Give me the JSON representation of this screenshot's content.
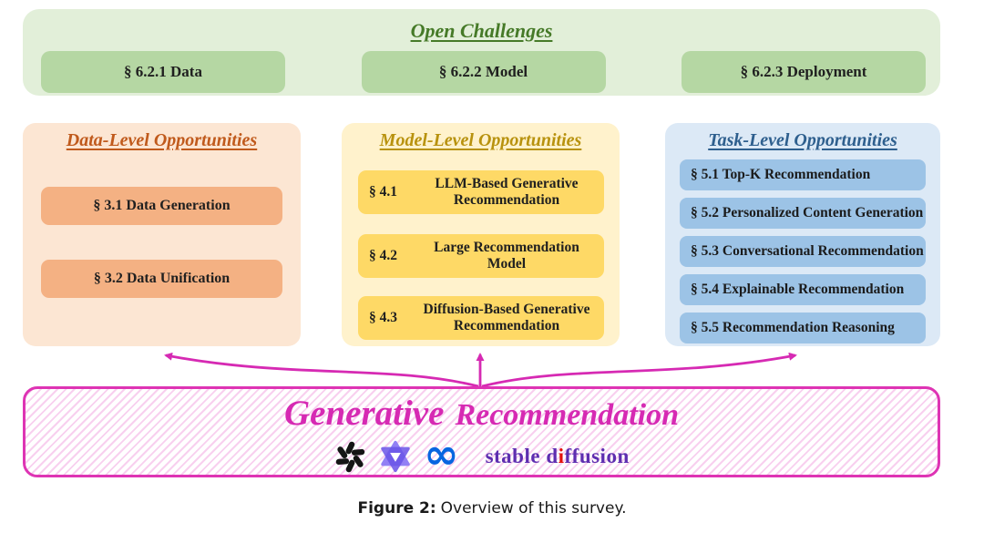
{
  "open_challenges": {
    "title": "Open Challenges",
    "items": [
      {
        "label": "§ 6.2.1 Data"
      },
      {
        "label": "§ 6.2.2  Model"
      },
      {
        "label": "§ 6.2.3  Deployment"
      }
    ]
  },
  "columns": {
    "data_level": {
      "title": "Data-Level Opportunities",
      "items": [
        {
          "label": "§ 3.1 Data Generation"
        },
        {
          "label": "§ 3.2 Data Unification"
        }
      ]
    },
    "model_level": {
      "title": "Model-Level Opportunities",
      "items": [
        {
          "section": "§ 4.1",
          "label": "LLM-Based Generative Recommendation"
        },
        {
          "section": "§ 4.2",
          "label": "Large Recommendation Model"
        },
        {
          "section": "§ 4.3",
          "label": "Diffusion-Based Generative Recommendation"
        }
      ]
    },
    "task_level": {
      "title": "Task-Level Opportunities",
      "items": [
        {
          "label": "§ 5.1 Top-K Recommendation"
        },
        {
          "label": "§ 5.2 Personalized Content Generation"
        },
        {
          "label": "§ 5.3 Conversational Recommendation"
        },
        {
          "label": "§ 5.4 Explainable Recommendation"
        },
        {
          "label": "§ 5.5 Recommendation Reasoning"
        }
      ]
    }
  },
  "bottom": {
    "title_part1": "Generative",
    "title_part2": "Recommendation",
    "logos": [
      {
        "name": "openai-logo"
      },
      {
        "name": "tongyi-qianwen-logo"
      },
      {
        "name": "meta-logo"
      }
    ],
    "stable_diffusion": {
      "prefix": "stable d",
      "highlight": "i",
      "suffix": "ffusion"
    }
  },
  "caption": {
    "label": "Figure 2:",
    "text": "Overview of this survey."
  },
  "colors": {
    "green_panel_bg": "#e2efd9",
    "green_item_bg": "#b5d7a3",
    "green_title": "#467a28",
    "orange_panel_bg": "#fce6d3",
    "orange_item_bg": "#f4b183",
    "orange_title": "#c05a1c",
    "yellow_panel_bg": "#fff2cc",
    "yellow_item_bg": "#fed966",
    "yellow_title": "#b8920e",
    "blue_panel_bg": "#dce9f6",
    "blue_item_bg": "#9cc3e6",
    "blue_title": "#2e5f8e",
    "magenta": "#d62ab3",
    "meta_blue": "#0766e0",
    "stable_diffusion_purple": "#5d2eb0",
    "stable_diffusion_red": "#e3120b"
  }
}
